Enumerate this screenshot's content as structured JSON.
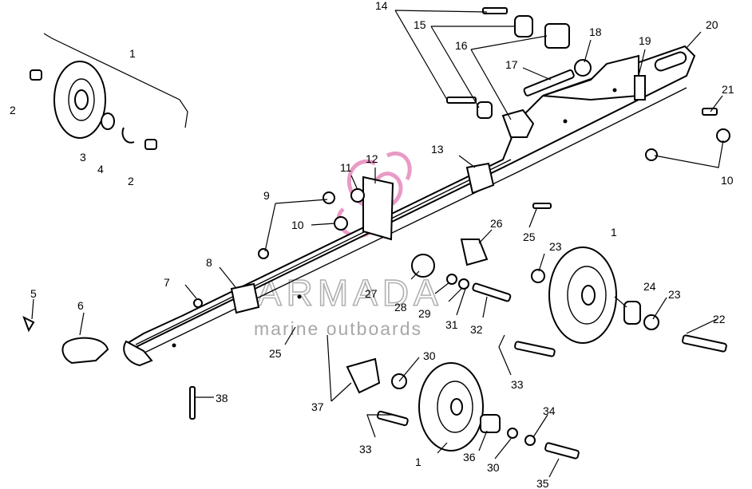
{
  "watermark": {
    "brand": "ARMADA",
    "tagline": "marine outboards",
    "logo_icon": "pink-swirl-logo-icon",
    "logo_color": "#e07ab3"
  },
  "callouts": [
    {
      "id": "c1a",
      "text": "1"
    },
    {
      "id": "c2a",
      "text": "2"
    },
    {
      "id": "c2b",
      "text": "2"
    },
    {
      "id": "c3",
      "text": "3"
    },
    {
      "id": "c4",
      "text": "4"
    },
    {
      "id": "c14",
      "text": "14"
    },
    {
      "id": "c15",
      "text": "15"
    },
    {
      "id": "c16",
      "text": "16"
    },
    {
      "id": "c17",
      "text": "17"
    },
    {
      "id": "c18",
      "text": "18"
    },
    {
      "id": "c19",
      "text": "19"
    },
    {
      "id": "c20",
      "text": "20"
    },
    {
      "id": "c21",
      "text": "21"
    },
    {
      "id": "c10a",
      "text": "10"
    },
    {
      "id": "c13",
      "text": "13"
    },
    {
      "id": "c12",
      "text": "12"
    },
    {
      "id": "c11",
      "text": "11"
    },
    {
      "id": "c9",
      "text": "9"
    },
    {
      "id": "c10b",
      "text": "10"
    },
    {
      "id": "c25a",
      "text": "25"
    },
    {
      "id": "c26",
      "text": "26"
    },
    {
      "id": "c23a",
      "text": "23"
    },
    {
      "id": "c1b",
      "text": "1"
    },
    {
      "id": "c8",
      "text": "8"
    },
    {
      "id": "c7",
      "text": "7"
    },
    {
      "id": "c5",
      "text": "5"
    },
    {
      "id": "c6",
      "text": "6"
    },
    {
      "id": "c27",
      "text": "27"
    },
    {
      "id": "c28",
      "text": "28"
    },
    {
      "id": "c29",
      "text": "29"
    },
    {
      "id": "c31",
      "text": "31"
    },
    {
      "id": "c32",
      "text": "32"
    },
    {
      "id": "c24",
      "text": "24"
    },
    {
      "id": "c23b",
      "text": "23"
    },
    {
      "id": "c22",
      "text": "22"
    },
    {
      "id": "c25b",
      "text": "25"
    },
    {
      "id": "c30a",
      "text": "30"
    },
    {
      "id": "c33a",
      "text": "33"
    },
    {
      "id": "c37",
      "text": "37"
    },
    {
      "id": "c38",
      "text": "38"
    },
    {
      "id": "c33b",
      "text": "33"
    },
    {
      "id": "c1c",
      "text": "1"
    },
    {
      "id": "c36",
      "text": "36"
    },
    {
      "id": "c30b",
      "text": "30"
    },
    {
      "id": "c34",
      "text": "34"
    },
    {
      "id": "c35",
      "text": "35"
    }
  ]
}
